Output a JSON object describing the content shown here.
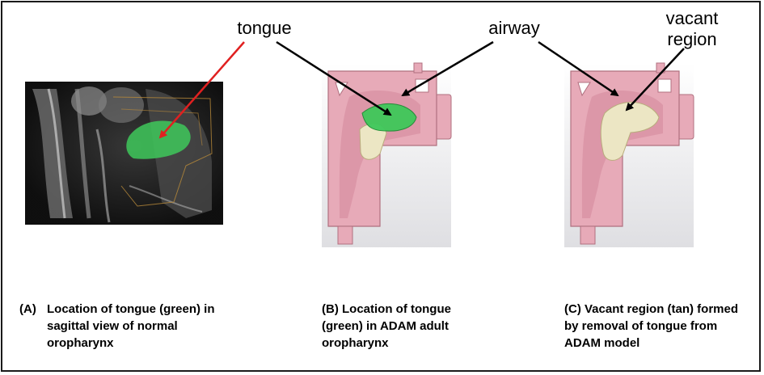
{
  "labels": {
    "tongue": "tongue",
    "airway": "airway",
    "vacant_line1": "vacant",
    "vacant_line2": "region"
  },
  "captions": {
    "a_tag": "(A)",
    "a_line1": "Location of tongue (green) in",
    "a_line2": "sagittal view of normal",
    "a_line3": "oropharynx",
    "b_line1": "(B) Location of tongue",
    "b_line2": "(green) in ADAM adult",
    "b_line3": "oropharynx",
    "c_line1": "(C) Vacant region (tan) formed",
    "c_line2": "by removal of tongue from",
    "c_line3": "ADAM model"
  },
  "colors": {
    "tongue_green": "#3ec85a",
    "model_pink": "#e7aab8",
    "vacant_tan": "#ece6c4",
    "arrow_red": "#e02020",
    "arrow_black": "#000000"
  }
}
